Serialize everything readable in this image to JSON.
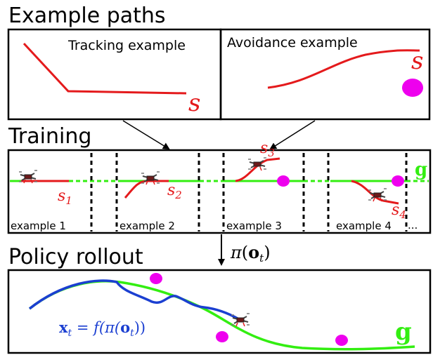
{
  "headings": {
    "example_paths": "Example paths",
    "training": "Training",
    "policy_rollout": "Policy rollout"
  },
  "example_paths": {
    "tracking_label": "Tracking example",
    "avoidance_label": "Avoidance  example",
    "path_symbol": "s"
  },
  "training": {
    "goal_symbol": "g",
    "examples": [
      {
        "label": "example 1",
        "path_base": "s",
        "path_sub": "1"
      },
      {
        "label": "example 2",
        "path_base": "s",
        "path_sub": "2"
      },
      {
        "label": "example 3",
        "path_base": "s",
        "path_sub": "3"
      },
      {
        "label": "example 4",
        "path_base": "s",
        "path_sub": "4"
      }
    ],
    "ellipsis": "..."
  },
  "policy": {
    "pi": "π",
    "obs_bold": "o",
    "obs_sub": "t"
  },
  "rollout": {
    "state_bold": "x",
    "state_sub": "t",
    "eq_f": " = f(π(",
    "obs_bold": "o",
    "obs_sub": "t",
    "eq_close": "))",
    "goal_symbol": "g"
  },
  "colors": {
    "path": "#e41a1c",
    "goal": "#33ee11",
    "trajectory": "#1b3fd1",
    "obstacle": "#ee00ee",
    "text": "#000000"
  }
}
